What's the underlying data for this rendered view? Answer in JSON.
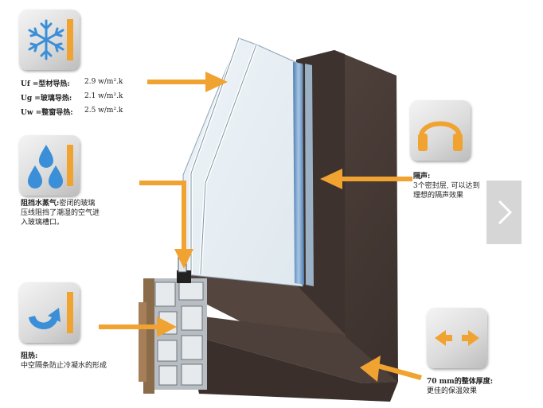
{
  "heat": {
    "rows": [
      {
        "key": "Uf =型材导热:",
        "val": "2.9  w/m².k"
      },
      {
        "key": "Ug =玻璃导热:",
        "val": "2.1  w/m².k"
      },
      {
        "key": "Uw =整窗导热:",
        "val": "2.5  w/m².k"
      }
    ]
  },
  "vapor": {
    "title": "阻挡水蒸气:",
    "lines": [
      "密闭的玻璃",
      "压线阻挡了潮湿的空气进",
      "入玻璃槽口。"
    ]
  },
  "block": {
    "title": "阻热:",
    "line": "中空隔条防止冷凝水的形成"
  },
  "sound": {
    "title": "隔声:",
    "lines": [
      "3个密封层, 可以达到",
      "理想的隔声效果"
    ]
  },
  "thickness": {
    "title": "70 mm的整体厚度:",
    "line": "更佳的保温效果"
  },
  "icons": {
    "snow": "snowflake-icon",
    "drops": "water-drops-icon",
    "curve": "curved-arrow-icon",
    "headphones": "headphones-icon",
    "double": "double-arrow-icon",
    "next": "chevron-right-icon"
  },
  "colors": {
    "accent": "#f0a330",
    "icon_blue": "#3a8fd8",
    "frame": "#4a3c37"
  }
}
